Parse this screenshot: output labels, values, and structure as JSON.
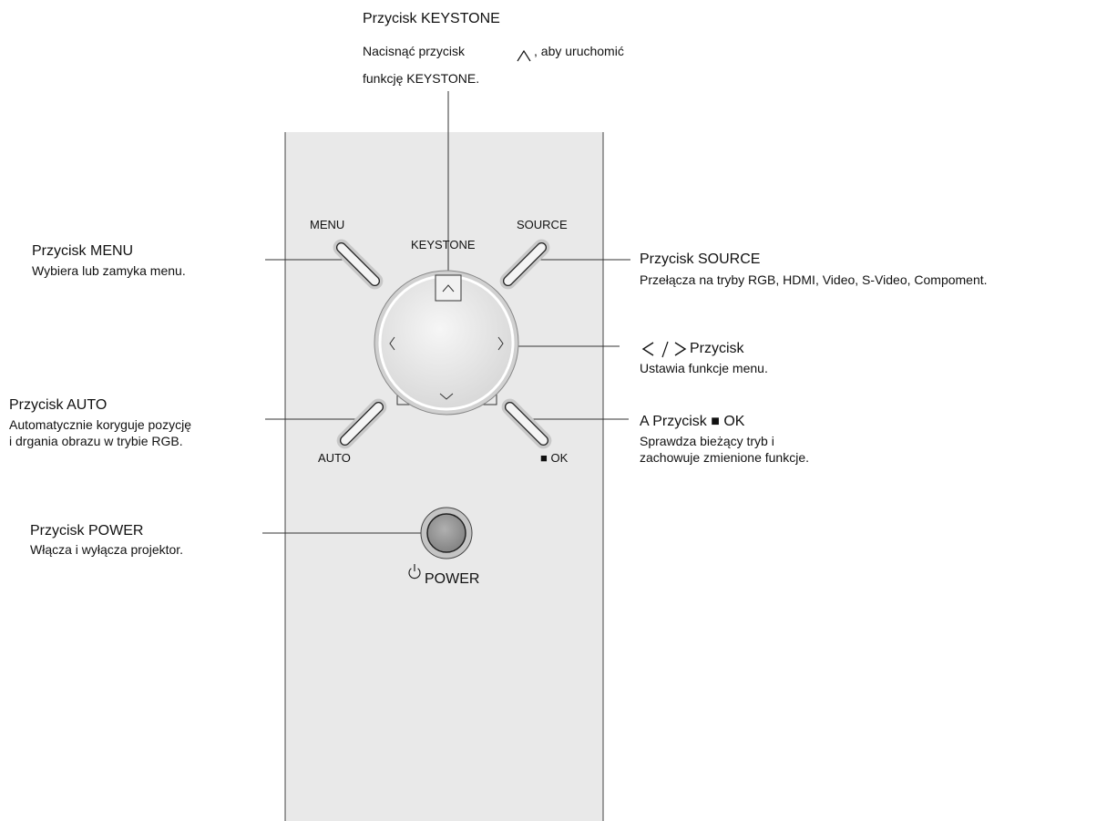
{
  "callouts": {
    "keystone": {
      "title": "Przycisk KEYSTONE",
      "line1_pre": "Nacisnąć przycisk",
      "line1_post": ", aby uruchomić",
      "line2": "funkcję KEYSTONE."
    },
    "menu": {
      "title": "Przycisk MENU",
      "desc": "Wybiera lub zamyka menu."
    },
    "source": {
      "title": "Przycisk SOURCE",
      "desc": "Przełącza na tryby RGB, HDMI, Video, S-Video, Compoment."
    },
    "arrows": {
      "title": "Przycisk",
      "desc": "Ustawia funkcje menu."
    },
    "auto": {
      "title": "Przycisk AUTO",
      "desc1": "Automatycznie koryguje pozycję",
      "desc2": "i drgania obrazu w trybie RGB."
    },
    "ok": {
      "title": "A Przycisk ■ OK",
      "desc1": "Sprawdza bieżący tryb i",
      "desc2": "zachowuje zmienione funkcje."
    },
    "power": {
      "title": "Przycisk POWER",
      "desc": "Włącza i wyłącza projektor."
    }
  },
  "panel": {
    "menu_label": "MENU",
    "keystone_label": "KEYSTONE",
    "source_label": "SOURCE",
    "auto_label": "AUTO",
    "ok_label": "■ OK",
    "power_label": "POWER"
  },
  "icons": [
    "up-caret-icon",
    "left-angle-icon",
    "right-angle-icon",
    "power-icon"
  ],
  "colors": {
    "panel_fill": "#e9e9e9",
    "line": "#333333",
    "power_button": "#9a9a9a"
  }
}
